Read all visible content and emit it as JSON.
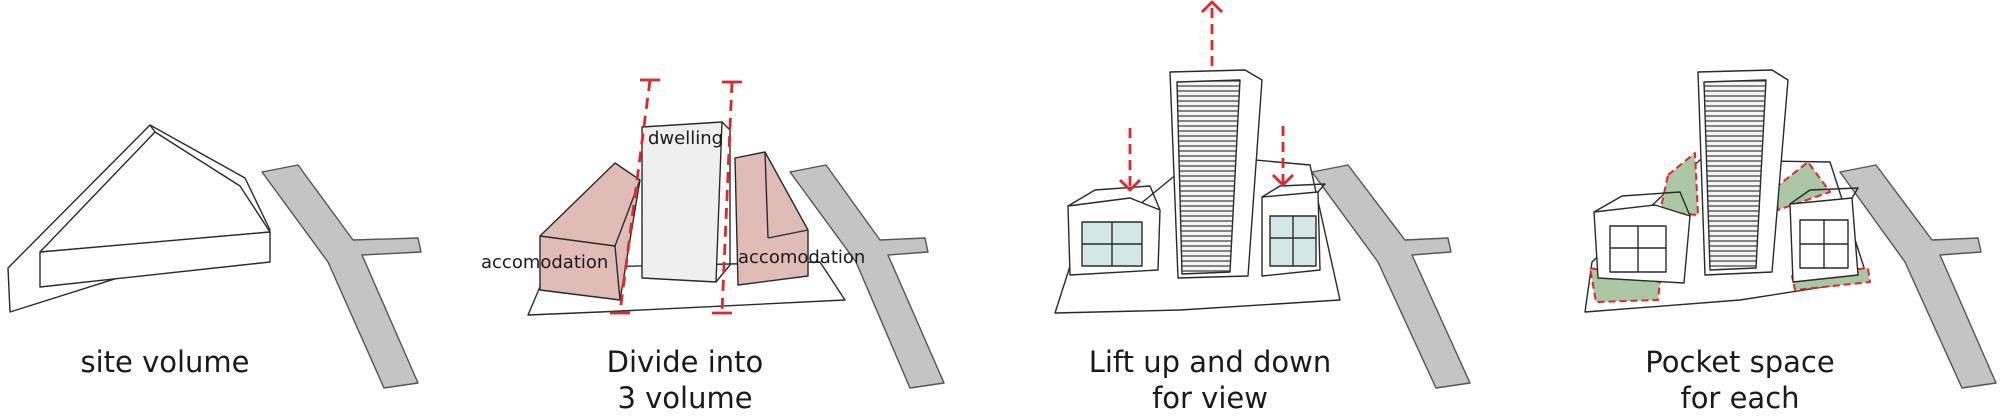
{
  "panels": [
    {
      "id": "site",
      "caption_line1": "site volume",
      "caption_line2": ""
    },
    {
      "id": "divide",
      "caption_line1": "Divide into",
      "caption_line2": "3 volume",
      "labels": {
        "left": "accomodation",
        "center": "dwelling",
        "right": "accomodation"
      }
    },
    {
      "id": "lift",
      "caption_line1": "Lift up and down",
      "caption_line2": "for view"
    },
    {
      "id": "pocket",
      "caption_line1": "Pocket space",
      "caption_line2": "for each"
    }
  ],
  "colors": {
    "line": "#2a2a2a",
    "road": "#c4c4c4",
    "accent_red": "#e0262b",
    "accommodation_fill": "#dfbcb6",
    "dwelling_fill": "#efefef",
    "glass_fill": "#d3e8e6",
    "pocket_green": "#a9c7a3"
  },
  "icons": [
    "dashed-cut-line-icon",
    "arrow-up-icon",
    "arrow-down-icon"
  ]
}
